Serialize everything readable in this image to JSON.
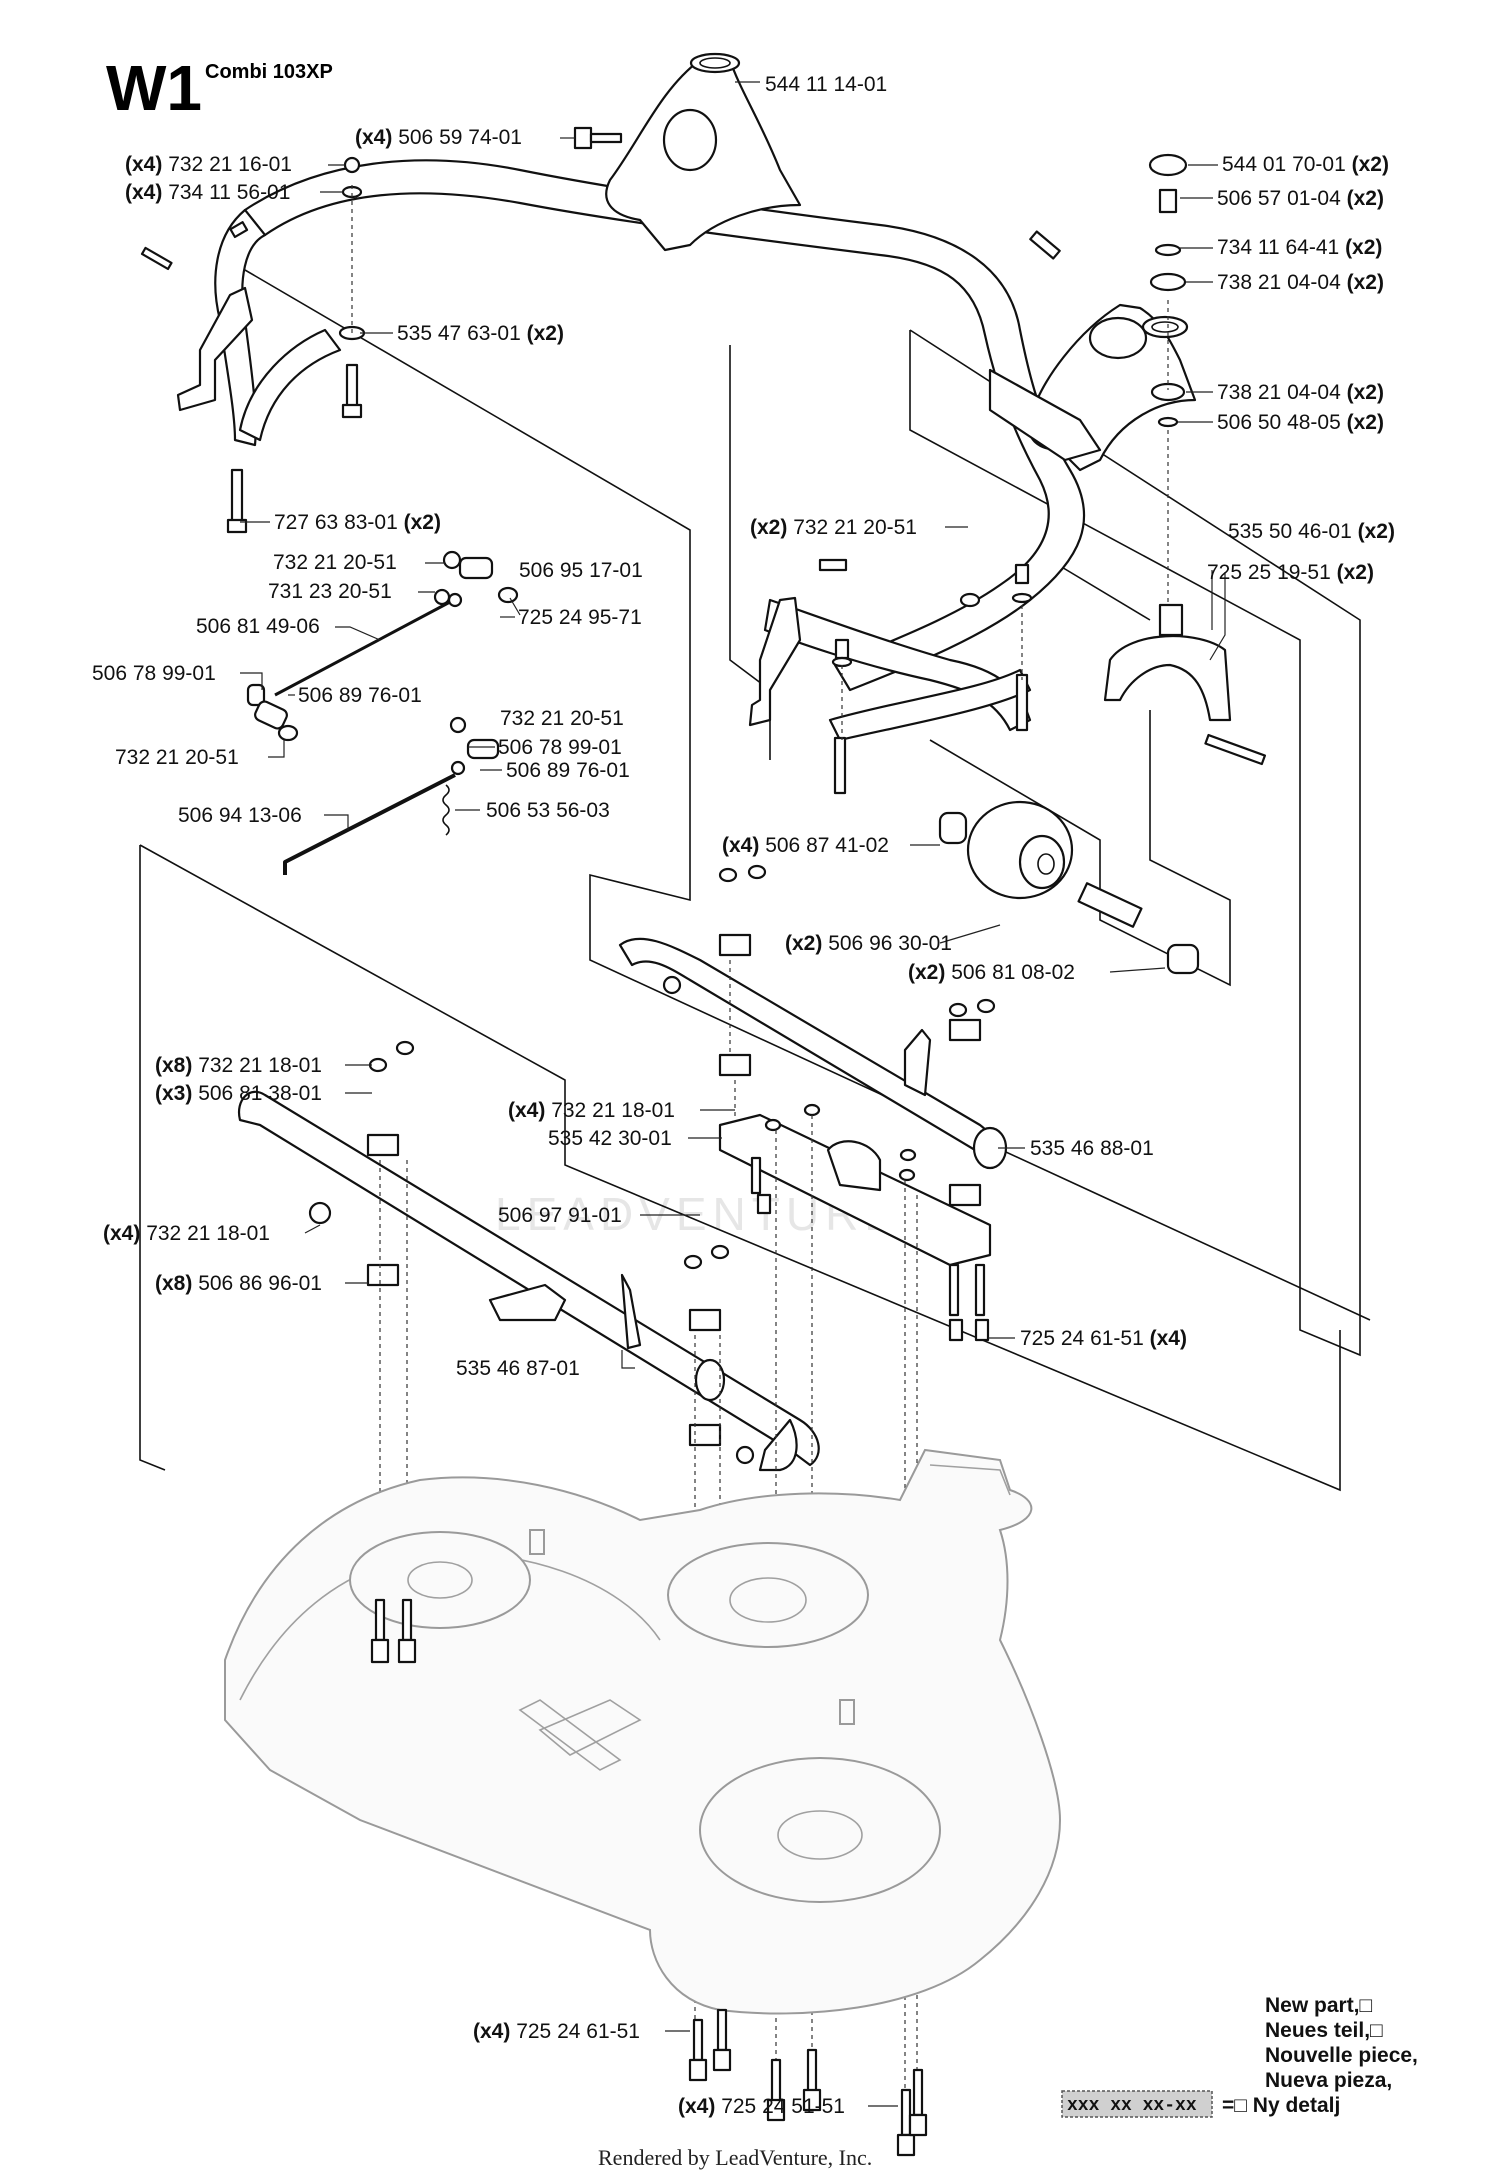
{
  "header": {
    "code": "W1",
    "model": "Combi 103XP"
  },
  "labels": {
    "l01": {
      "qty": "",
      "part": "544 11 14-01",
      "suffix": ""
    },
    "l02": {
      "qty": "(x4)",
      "part": "506 59 74-01",
      "suffix": ""
    },
    "l03": {
      "qty": "(x4)",
      "part": "732 21 16-01",
      "suffix": ""
    },
    "l04": {
      "qty": "(x4)",
      "part": "734 11 56-01",
      "suffix": ""
    },
    "l05": {
      "qty": "",
      "part": "544 01 70-01",
      "suffix": "(x2)"
    },
    "l06": {
      "qty": "",
      "part": "506 57 01-04",
      "suffix": "(x2)"
    },
    "l07": {
      "qty": "",
      "part": "734 11 64-41",
      "suffix": "(x2)"
    },
    "l08": {
      "qty": "",
      "part": "738 21 04-04",
      "suffix": "(x2)"
    },
    "l09": {
      "qty": "",
      "part": "535 47 63-01",
      "suffix": "(x2)"
    },
    "l10": {
      "qty": "",
      "part": "738 21 04-04",
      "suffix": "(x2)"
    },
    "l11": {
      "qty": "",
      "part": "506 50 48-05",
      "suffix": "(x2)"
    },
    "l12": {
      "qty": "",
      "part": "727 63 83-01",
      "suffix": "(x2)"
    },
    "l13": {
      "qty": "(x2)",
      "part": "732 21 20-51",
      "suffix": ""
    },
    "l14": {
      "qty": "",
      "part": "535 50 46-01",
      "suffix": "(x2)"
    },
    "l15": {
      "qty": "",
      "part": "725 25 19-51",
      "suffix": "(x2)"
    },
    "l16": {
      "qty": "",
      "part": "732 21 20-51",
      "suffix": ""
    },
    "l17": {
      "qty": "",
      "part": "506 95 17-01",
      "suffix": ""
    },
    "l18": {
      "qty": "",
      "part": "731 23 20-51",
      "suffix": ""
    },
    "l19": {
      "qty": "",
      "part": "725 24 95-71",
      "suffix": ""
    },
    "l20": {
      "qty": "",
      "part": "506 81 49-06",
      "suffix": ""
    },
    "l21": {
      "qty": "",
      "part": "506 78 99-01",
      "suffix": ""
    },
    "l22": {
      "qty": "",
      "part": "506 89 76-01",
      "suffix": ""
    },
    "l23": {
      "qty": "",
      "part": "732 21 20-51",
      "suffix": ""
    },
    "l24": {
      "qty": "",
      "part": "506 78 99-01",
      "suffix": ""
    },
    "l25": {
      "qty": "",
      "part": "732 21 20-51",
      "suffix": ""
    },
    "l26": {
      "qty": "",
      "part": "506 89 76-01",
      "suffix": ""
    },
    "l27": {
      "qty": "",
      "part": "506 94 13-06",
      "suffix": ""
    },
    "l28": {
      "qty": "",
      "part": "506 53 56-03",
      "suffix": ""
    },
    "l29": {
      "qty": "(x4)",
      "part": "506 87 41-02",
      "suffix": ""
    },
    "l30": {
      "qty": "(x2)",
      "part": "506 96 30-01",
      "suffix": ""
    },
    "l31": {
      "qty": "(x2)",
      "part": "506 81 08-02",
      "suffix": ""
    },
    "l32": {
      "qty": "(x8)",
      "part": "732 21 18-01",
      "suffix": ""
    },
    "l33": {
      "qty": "(x3)",
      "part": "506 81 38-01",
      "suffix": ""
    },
    "l34": {
      "qty": "(x4)",
      "part": "732 21 18-01",
      "suffix": ""
    },
    "l35": {
      "qty": "",
      "part": "535 42 30-01",
      "suffix": ""
    },
    "l36": {
      "qty": "",
      "part": "535 46 88-01",
      "suffix": ""
    },
    "l37": {
      "qty": "(x4)",
      "part": "732 21 18-01",
      "suffix": ""
    },
    "l38": {
      "qty": "",
      "part": "506 97 91-01",
      "suffix": ""
    },
    "l39": {
      "qty": "(x8)",
      "part": "506 86 96-01",
      "suffix": ""
    },
    "l40": {
      "qty": "",
      "part": "725 24 61-51",
      "suffix": "(x4)"
    },
    "l41": {
      "qty": "",
      "part": "535 46 87-01",
      "suffix": ""
    },
    "l42": {
      "qty": "(x4)",
      "part": "725 24 61-51",
      "suffix": ""
    },
    "l43": {
      "qty": "(x4)",
      "part": "725 24 51-51",
      "suffix": ""
    }
  },
  "legend": {
    "lines": [
      "New part,□",
      "Neues teil,□",
      "Nouvelle piece,",
      "Nueva pieza,",
      "=□ Ny detalj"
    ],
    "box_text": "xxx xx xx-xx"
  },
  "watermark": "LEADVENTURE",
  "footer": "Rendered by LeadVenture, Inc."
}
